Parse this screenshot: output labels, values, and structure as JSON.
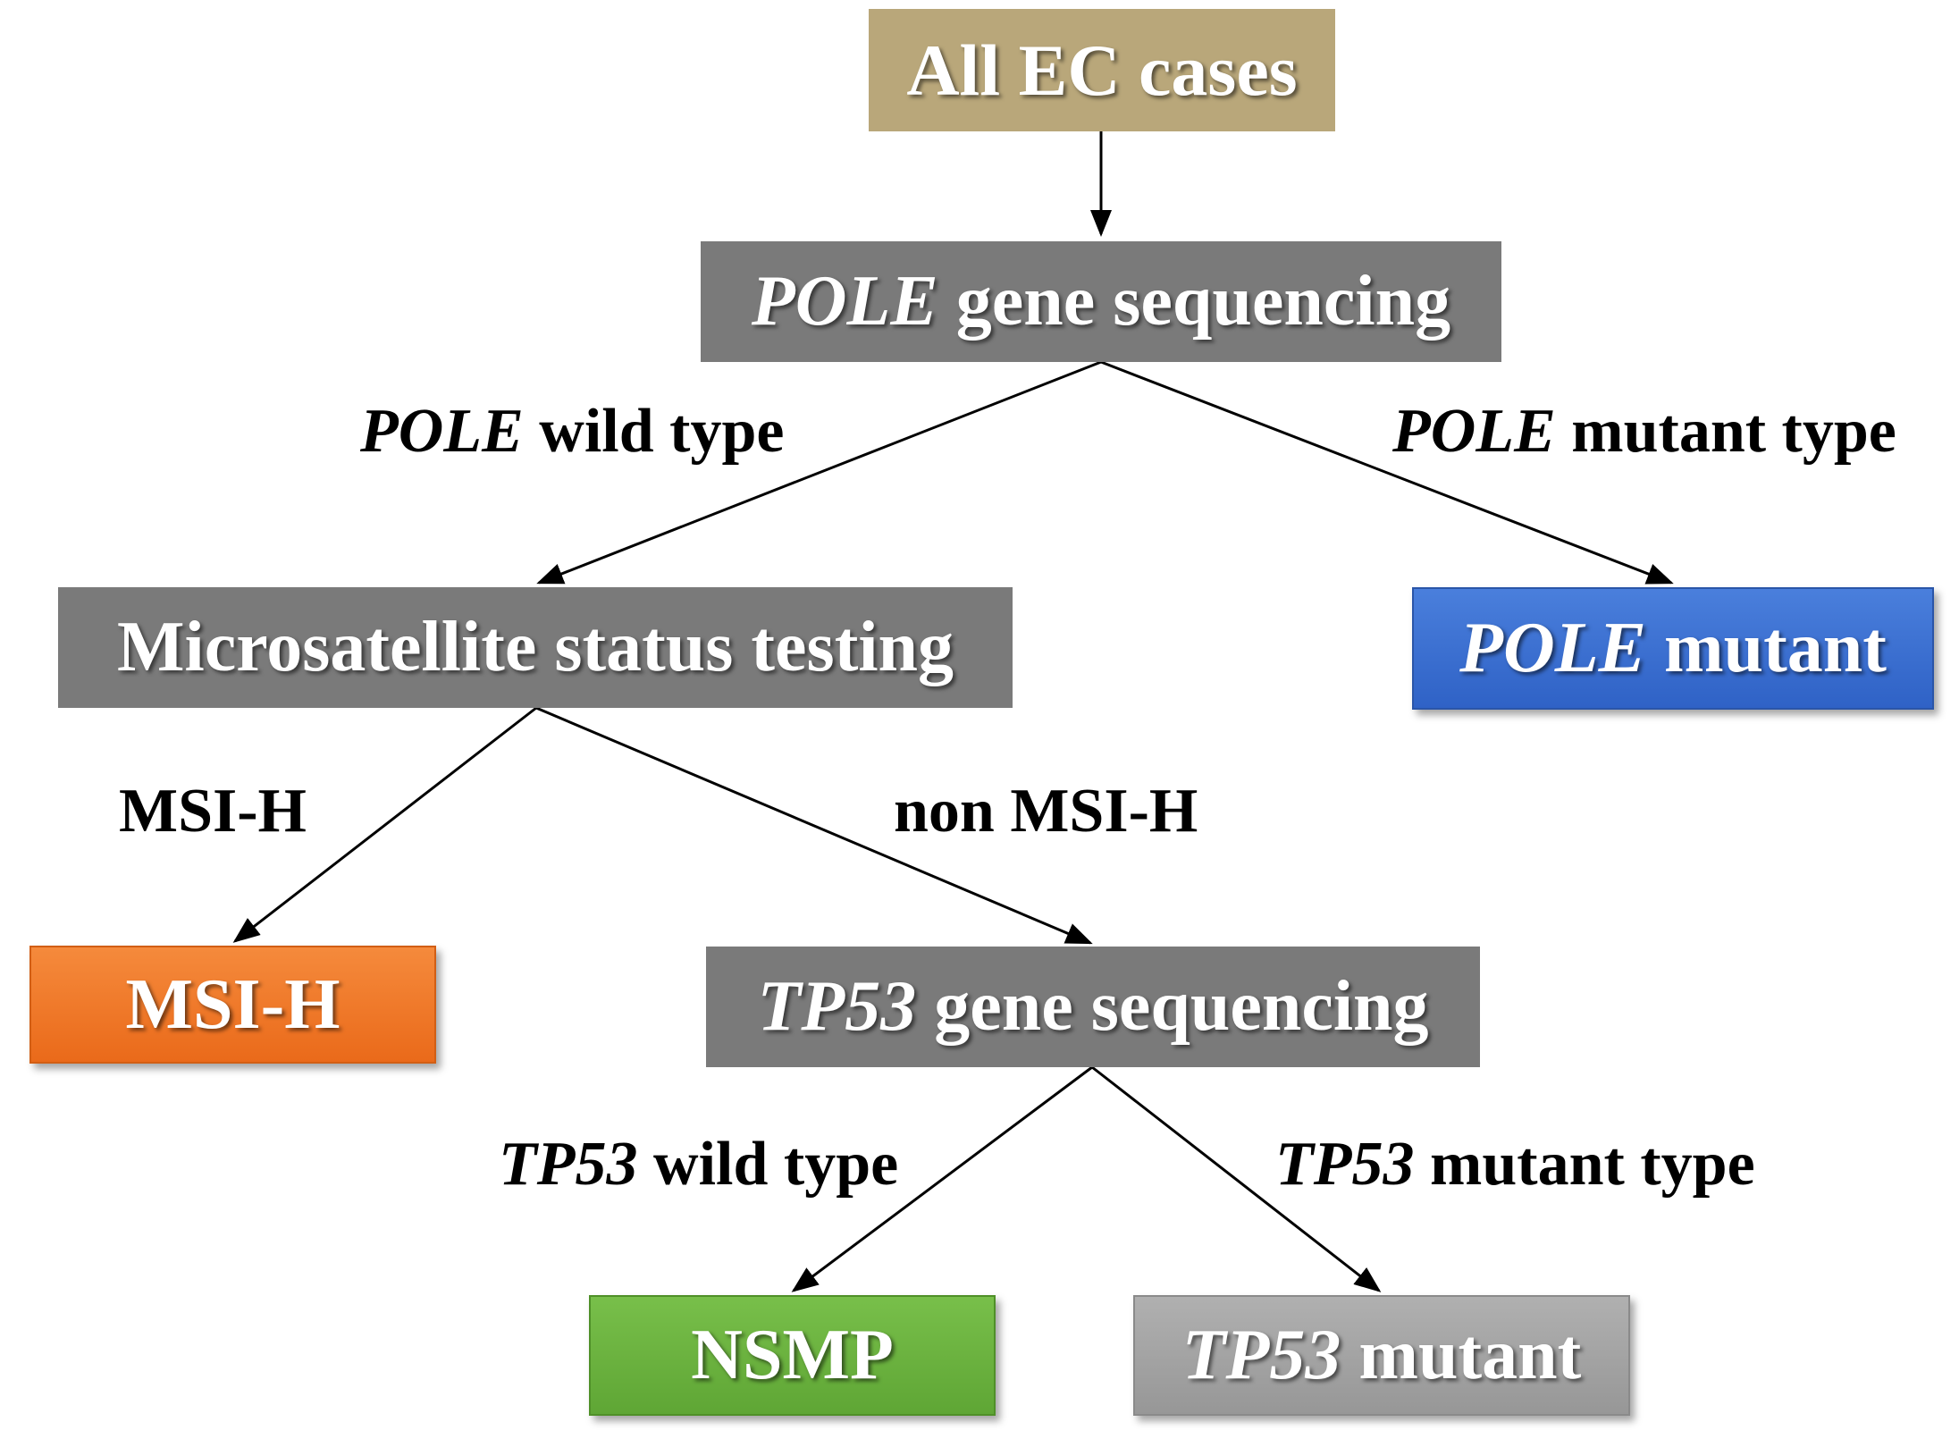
{
  "nodes": {
    "all_ec": {
      "text": "All EC cases"
    },
    "pole_seq": {
      "italic": "POLE",
      "text": " gene sequencing"
    },
    "msi_test": {
      "text": "Microsatellite status testing"
    },
    "pole_mutant": {
      "italic": "POLE",
      "text": " mutant"
    },
    "msi_h": {
      "text": "MSI-H"
    },
    "tp53_seq": {
      "italic": "TP53",
      "text": " gene sequencing"
    },
    "nsmp": {
      "text": "NSMP"
    },
    "tp53_mutant": {
      "italic": "TP53",
      "text": " mutant"
    }
  },
  "edges": {
    "pole_wild": {
      "italic": "POLE",
      "text": " wild type"
    },
    "pole_mut": {
      "italic": "POLE",
      "text": " mutant type"
    },
    "msi_h": {
      "text": "MSI-H"
    },
    "non_msi_h": {
      "text": "non MSI-H"
    },
    "tp53_wild": {
      "italic": "TP53",
      "text": " wild type"
    },
    "tp53_mut": {
      "italic": "TP53",
      "text": " mutant type"
    }
  },
  "colors": {
    "all_ec": "#b9a77a",
    "process": "#7a7a7a",
    "pole_mutant": "#3a6fd2",
    "msi_h": "#ef7a2b",
    "nsmp": "#6bb440",
    "tp53_mutant": "#a3a3a3",
    "arrow": "#000000"
  }
}
